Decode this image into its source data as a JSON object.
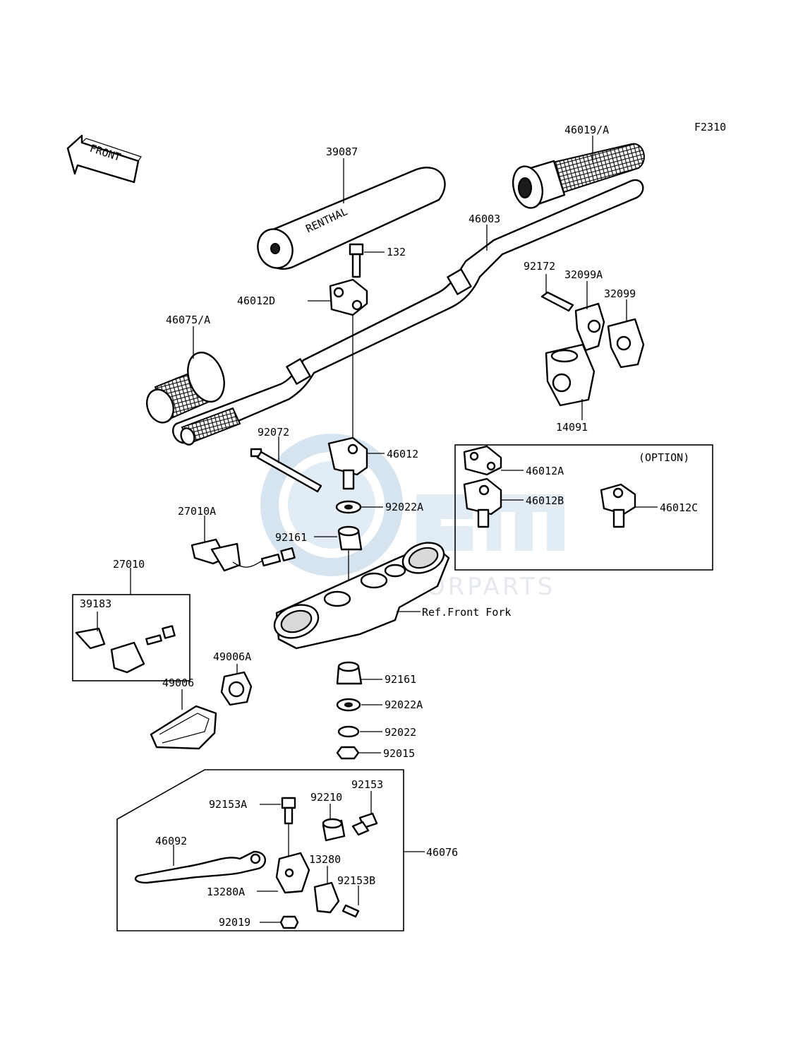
{
  "figure_code": "F2310",
  "front_marker": "FRONT",
  "watermark": {
    "logo_text": "OEM",
    "sub_text": "MOTORPARTS"
  },
  "brand_text": "RENTHAL",
  "option_box_title": "(OPTION)",
  "ref_note": "Ref.Front Fork",
  "part_numbers": {
    "p39087": "39087",
    "p46019A": "46019/A",
    "p46003": "46003",
    "p132": "132",
    "p46012D": "46012D",
    "p92172": "92172",
    "p32099A": "32099A",
    "p32099": "32099",
    "p46075A": "46075/A",
    "p14091": "14091",
    "p92072": "92072",
    "p46012": "46012",
    "p46012A": "46012A",
    "p46012B": "46012B",
    "p46012C": "46012C",
    "p92022A_top": "92022A",
    "p92161_top": "92161",
    "p27010A": "27010A",
    "p27010": "27010",
    "p39183": "39183",
    "p49006A": "49006A",
    "p49006": "49006",
    "p92161_bot": "92161",
    "p92022A_bot": "92022A",
    "p92022": "92022",
    "p92015": "92015",
    "p92153": "92153",
    "p92153A": "92153A",
    "p92210": "92210",
    "p46092": "46092",
    "p13280": "13280",
    "p46076": "46076",
    "p92153B": "92153B",
    "p13280A": "13280A",
    "p92019": "92019"
  }
}
